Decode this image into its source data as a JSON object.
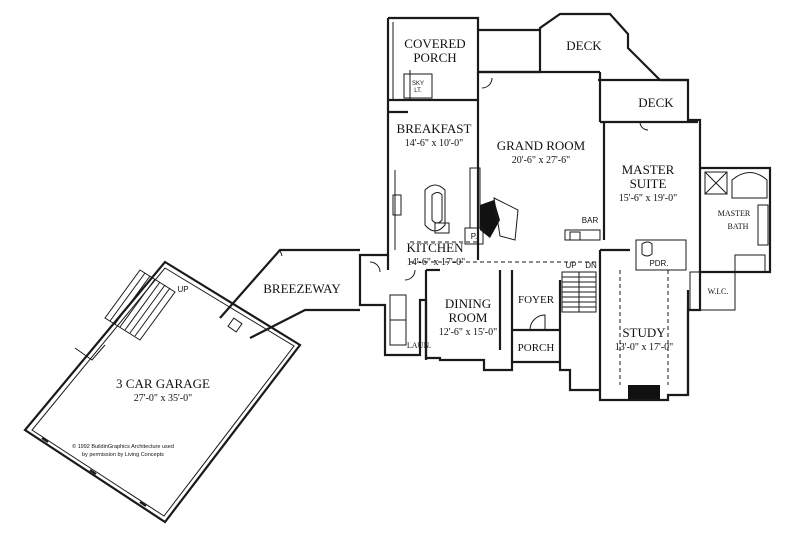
{
  "rooms": {
    "covered_porch": {
      "line1": "COVERED",
      "line2": "PORCH"
    },
    "sky_light": {
      "line1": "SKY",
      "line2": "LT."
    },
    "deck_upper": {
      "name": "DECK"
    },
    "deck_lower": {
      "name": "DECK"
    },
    "breakfast": {
      "name": "BREAKFAST",
      "dims": "14'-6\" x 10'-0\""
    },
    "grand_room": {
      "name": "GRAND ROOM",
      "dims": "20'-6\" x 27'-6\""
    },
    "master_suite": {
      "line1": "MASTER",
      "line2": "SUITE",
      "dims": "15'-6\" x 19'-0\""
    },
    "master_bath": {
      "line1": "MASTER",
      "line2": "BATH"
    },
    "kitchen": {
      "name": "KITCHEN",
      "dims": "14'-6\" x 17'-0\""
    },
    "bar": {
      "name": "BAR"
    },
    "pantry": {
      "name": "P."
    },
    "breezeway": {
      "name": "BREEZEWAY"
    },
    "dining_room": {
      "line1": "DINING",
      "line2": "ROOM",
      "dims": "12'-6\" x 15'-0\""
    },
    "foyer": {
      "name": "FOYER"
    },
    "porch": {
      "name": "PORCH"
    },
    "laundry": {
      "name": "LAUN."
    },
    "powder": {
      "name": "PDR."
    },
    "wic": {
      "name": "W.I.C."
    },
    "study": {
      "name": "STUDY",
      "dims": "13'-0\" x 17'-0\""
    },
    "garage": {
      "name": "3 CAR GARAGE",
      "dims": "27'-0\" x 35'-0\""
    }
  },
  "stairs": {
    "up_label": "UP",
    "down_label": "DN",
    "garage_up_label": "UP"
  },
  "copyright": {
    "line1": "© 1992 BuildinGraphics Architecture used",
    "line2": "by permission by Living Concepts"
  }
}
